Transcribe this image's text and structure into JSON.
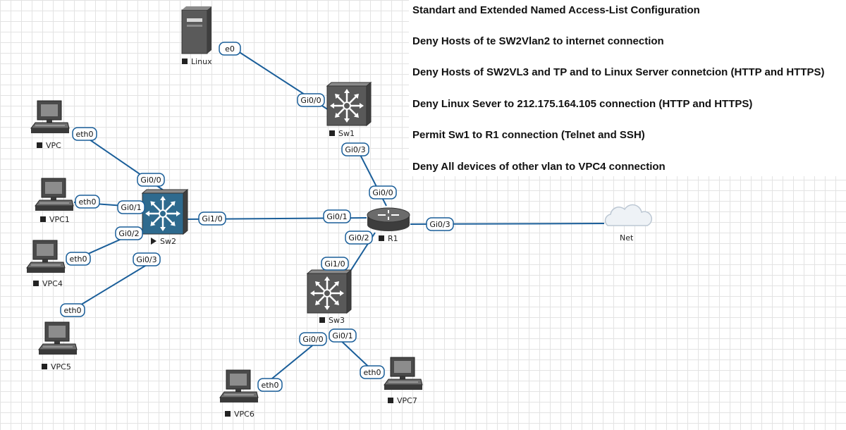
{
  "notes": [
    {
      "id": "n0",
      "text": "Standart and Extended Named Access-List Configuration"
    },
    {
      "id": "n1",
      "text": "Deny   Hosts of te SW2Vlan2  to internet connection"
    },
    {
      "id": "n2",
      "text": "Deny   Hosts of SW2VL3 and TP and to Linux Server connetcion (HTTP and HTTPS)"
    },
    {
      "id": "n3",
      "text": "Deny   Linux Sever to  212.175.164.105 connection (HTTP and HTTPS)"
    },
    {
      "id": "n4",
      "text": "Permit   Sw1 to R1  connection (Telnet and SSH)"
    },
    {
      "id": "n5",
      "text": "Deny    All devices of other vlan to VPC4 connection"
    }
  ],
  "nodes": [
    {
      "id": "linux",
      "label": "Linux",
      "icon": "server-icon"
    },
    {
      "id": "sw1",
      "label": "Sw1",
      "icon": "multilayer-switch-icon"
    },
    {
      "id": "sw2",
      "label": "Sw2",
      "icon": "multilayer-switch-icon",
      "running": true
    },
    {
      "id": "sw3",
      "label": "Sw3",
      "icon": "multilayer-switch-icon"
    },
    {
      "id": "r1",
      "label": "R1",
      "icon": "router-icon"
    },
    {
      "id": "net",
      "label": "Net",
      "icon": "cloud-icon"
    },
    {
      "id": "vpc",
      "label": "VPC",
      "icon": "pc-icon"
    },
    {
      "id": "vpc1",
      "label": "VPC1",
      "icon": "pc-icon"
    },
    {
      "id": "vpc4",
      "label": "VPC4",
      "icon": "pc-icon"
    },
    {
      "id": "vpc5",
      "label": "VPC5",
      "icon": "pc-icon"
    },
    {
      "id": "vpc6",
      "label": "VPC6",
      "icon": "pc-icon"
    },
    {
      "id": "vpc7",
      "label": "VPC7",
      "icon": "pc-icon"
    }
  ],
  "links": [
    {
      "id": "l1",
      "a": "linux",
      "a_port": "e0",
      "b": "sw1",
      "b_port": "Gi0/0"
    },
    {
      "id": "l2",
      "a": "sw1",
      "a_port": "Gi0/3",
      "b": "r1",
      "b_port": "Gi0/0"
    },
    {
      "id": "l3",
      "a": "vpc",
      "a_port": "eth0",
      "b": "sw2",
      "b_port": "Gi0/0"
    },
    {
      "id": "l4",
      "a": "vpc1",
      "a_port": "eth0",
      "b": "sw2",
      "b_port": "Gi0/1"
    },
    {
      "id": "l5",
      "a": "vpc4",
      "a_port": "eth0",
      "b": "sw2",
      "b_port": "Gi0/2"
    },
    {
      "id": "l6",
      "a": "vpc5",
      "a_port": "eth0",
      "b": "sw2",
      "b_port": "Gi0/3"
    },
    {
      "id": "l7",
      "a": "sw2",
      "a_port": "Gi1/0",
      "b": "r1",
      "b_port": "Gi0/1"
    },
    {
      "id": "l8",
      "a": "r1",
      "a_port": "Gi0/3",
      "b": "net",
      "b_port": ""
    },
    {
      "id": "l9",
      "a": "r1",
      "a_port": "Gi0/2",
      "b": "sw3",
      "b_port": "Gi1/0"
    },
    {
      "id": "l10",
      "a": "sw3",
      "a_port": "Gi0/0",
      "b": "vpc6",
      "b_port": "eth0"
    },
    {
      "id": "l11",
      "a": "sw3",
      "a_port": "Gi0/1",
      "b": "vpc7",
      "b_port": "eth0"
    }
  ],
  "colors": {
    "link": "#1a5e99",
    "switch_default": "#595959",
    "switch_running": "#2e6a8e",
    "router": "#5a5a5a",
    "grid": "#e3e3e3"
  }
}
